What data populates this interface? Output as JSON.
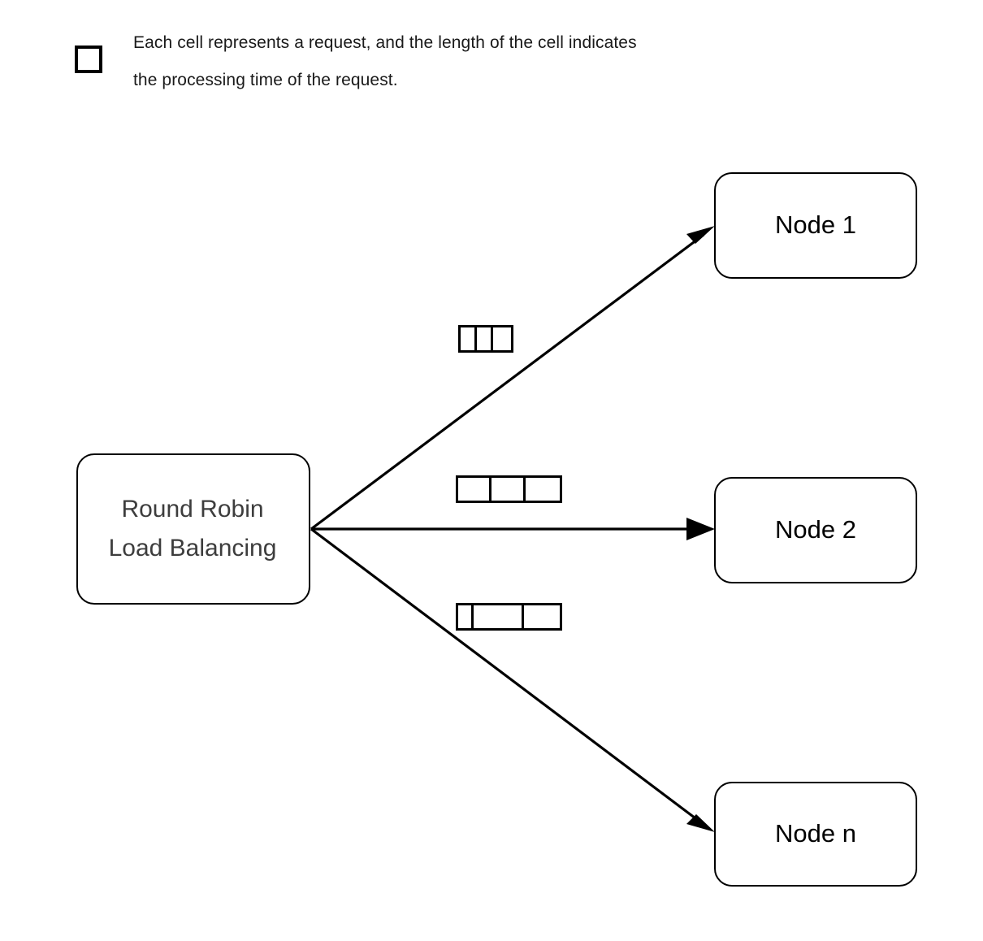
{
  "legend": {
    "icon": "empty-square-cell-icon",
    "text": "Each cell represents a request, and the length of the cell indicates\nthe processing time of the request."
  },
  "diagram": {
    "type": "load-balancing-flow",
    "source": {
      "id": "round-robin-load-balancer",
      "label": "Round Robin\nLoad Balancing",
      "text_color": "#3d3d3d",
      "border_color": "#000000"
    },
    "nodes": [
      {
        "id": "node-1",
        "label": "Node 1"
      },
      {
        "id": "node-2",
        "label": "Node 2"
      },
      {
        "id": "node-n",
        "label": "Node n"
      }
    ],
    "edges": [
      {
        "from": "round-robin-load-balancer",
        "to": "node-1",
        "direction": "up-right",
        "arrowhead": "filled-triangle"
      },
      {
        "from": "round-robin-load-balancer",
        "to": "node-2",
        "direction": "right",
        "arrowhead": "filled-triangle"
      },
      {
        "from": "round-robin-load-balancer",
        "to": "node-n",
        "direction": "down-right",
        "arrowhead": "filled-triangle"
      }
    ],
    "request_queues": [
      {
        "id": "queue-node-1",
        "for_node": "node-1",
        "cell_count": 3,
        "cell_widths": [
          22,
          22,
          22
        ],
        "total_width": 68
      },
      {
        "id": "queue-node-2",
        "for_node": "node-2",
        "cell_count": 3,
        "cell_widths": [
          43,
          44,
          44
        ],
        "total_width": 131
      },
      {
        "id": "queue-node-n",
        "for_node": "node-n",
        "cell_count": 3,
        "cell_widths": [
          20,
          65,
          46
        ],
        "total_width": 131
      }
    ],
    "colors": {
      "stroke": "#000000",
      "background": "#ffffff",
      "legend_text": "#1a1a1a",
      "node_text": "#000000",
      "source_text": "#3d3d3d"
    }
  }
}
